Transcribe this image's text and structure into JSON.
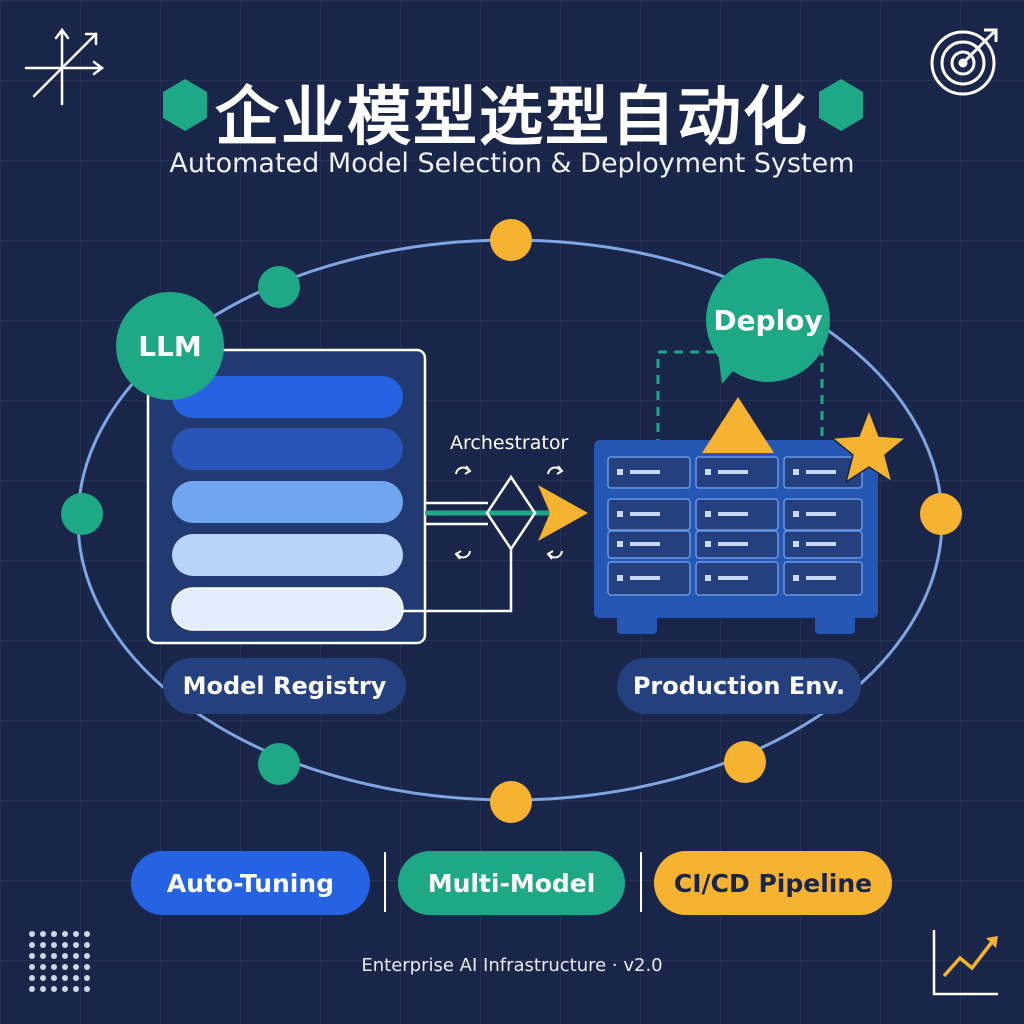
{
  "title": "企业模型选型自动化",
  "subtitle": "Automated Model Selection & Deployment System",
  "llm_badge": "LLM",
  "deploy_badge": "Deploy",
  "orchestrator_label": "Archestrator",
  "model_registry_label": "Model Registry",
  "production_label": "Production Env.",
  "features": [
    {
      "label": "Auto-Tuning",
      "color": "#2563e3"
    },
    {
      "label": "Multi-Model",
      "color": "#1fa886"
    },
    {
      "label": "CI/CD Pipeline",
      "color": "#f5b331"
    }
  ],
  "footer": "Enterprise AI Infrastructure · v2.0",
  "colors": {
    "background": "#1a2649",
    "teal": "#1fa886",
    "gold": "#f5b331",
    "blue": "#2563e3",
    "ring": "#7fa6e2"
  },
  "icons": [
    "axis-icon",
    "target-icon",
    "dots-grid-icon",
    "trend-chart-icon",
    "star-icon",
    "triangle-icon",
    "server-rack-icon",
    "cycle-arrow-icon"
  ]
}
